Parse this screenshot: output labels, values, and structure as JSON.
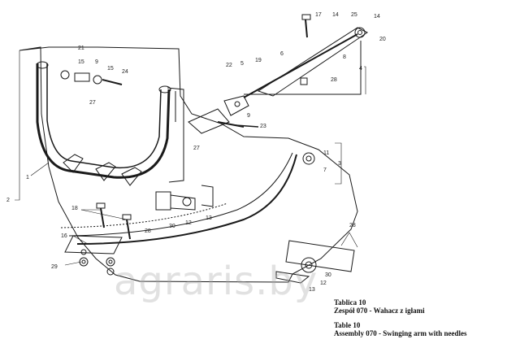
{
  "watermark": "agraris.by",
  "caption": {
    "pl_title": "Tablica 10",
    "pl_subtitle": "Zespół 070 - Wahacz z igłami",
    "en_title": "Table 10",
    "en_subtitle": "Assembly 070 - Swinging arm with needles"
  },
  "callouts": [
    "1",
    "2",
    "3",
    "4",
    "5",
    "6",
    "7",
    "8",
    "9",
    "9",
    "11",
    "12",
    "12",
    "13",
    "13",
    "14",
    "14",
    "15",
    "15",
    "16",
    "17",
    "18",
    "19",
    "20",
    "21",
    "22",
    "23",
    "24",
    "25",
    "27",
    "27",
    "28",
    "28",
    "28",
    "29",
    "30",
    "30"
  ]
}
